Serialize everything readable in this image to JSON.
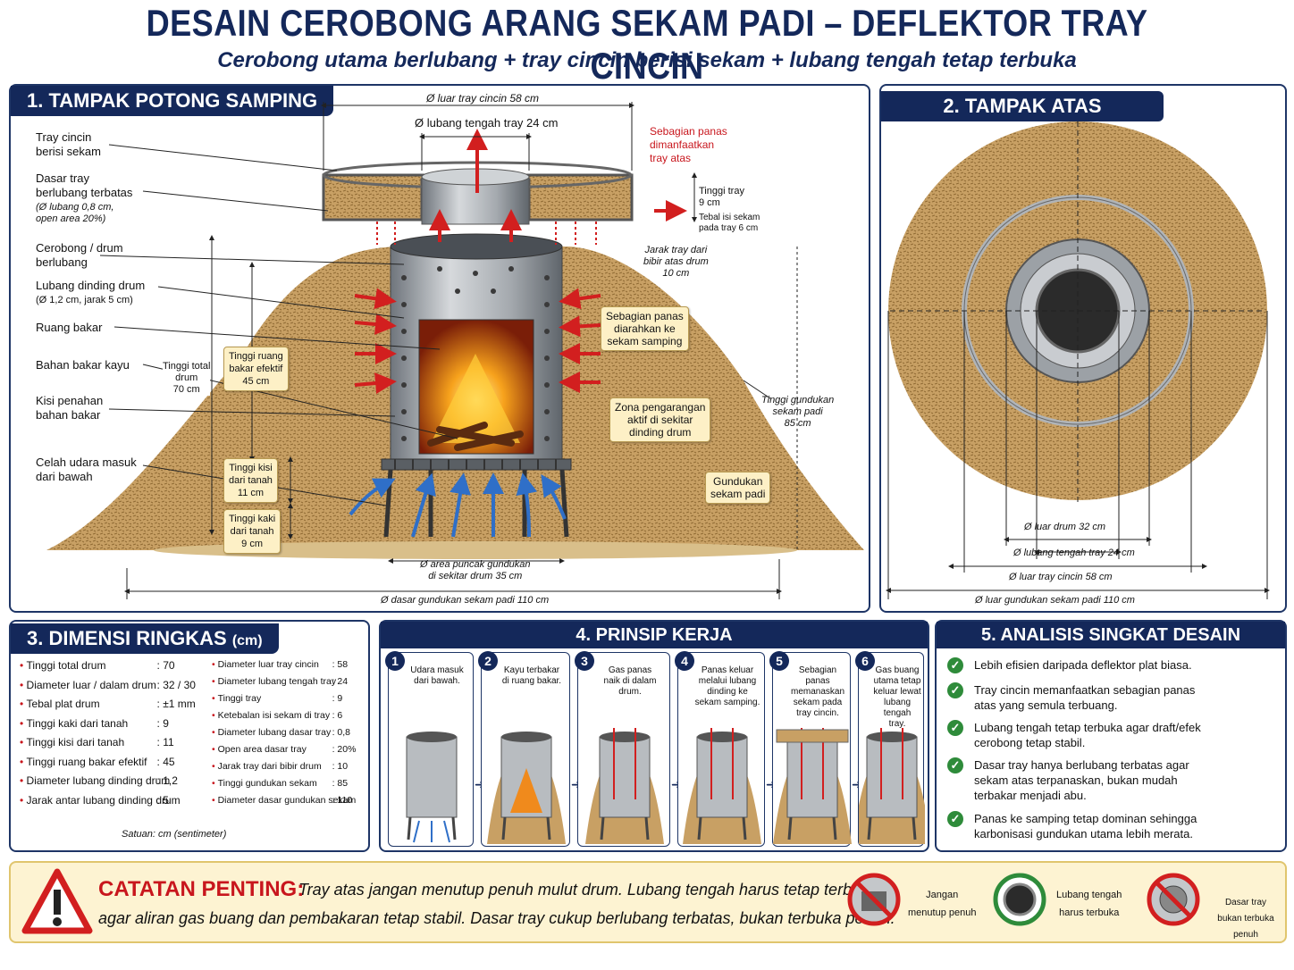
{
  "header": {
    "title": "DESAIN CEROBONG ARANG SEKAM PADI – DEFLEKTOR TRAY CINCIN",
    "subtitle": "Cerobong utama berlubang + tray cincin berisi sekam + lubang tengah tetap terbuka"
  },
  "panel1": {
    "title": "1. TAMPAK POTONG SAMPING",
    "dim_outer_tray": "Ø luar tray cincin 58 cm",
    "dim_center_hole": "Ø lubang tengah tray 24 cm",
    "label_tray": "Tray cincin\nberisi sekam",
    "label_tray_base": "Dasar tray\nberlubang terbatas",
    "label_tray_base_detail": "(Ø lubang 0,8 cm,\nopen area 20%)",
    "label_chimney": "Cerobong / drum\nberlubang",
    "label_wall_holes": "Lubang dinding drum",
    "label_wall_holes_detail": "(Ø 1,2 cm, jarak 5 cm)",
    "label_chamber": "Ruang bakar",
    "label_fuel": "Bahan bakar kayu",
    "label_grate": "Kisi penahan\nbahan bakar",
    "label_air_gap": "Celah udara masuk\ndari bawah",
    "label_total_height": "Tinggi total\ndrum\n70 cm",
    "label_chamber_height": "Tinggi ruang\nbakar efektif\n45 cm",
    "label_grate_height": "Tinggi kisi\ndari tanah\n11 cm",
    "label_leg_height": "Tinggi kaki\ndari tanah\n9 cm",
    "label_heat_top": "Sebagian panas\ndimanfaatkan\ntray atas",
    "label_tray_height": "Tinggi tray\n9 cm",
    "label_fill_thickness": "Tebal isi sekam\npada tray 6 cm",
    "label_tray_distance": "Jarak tray dari\nbibir atas drum\n10 cm",
    "label_heat_side": "Sebagian panas\ndiarahkan ke\nsekam samping",
    "label_char_zone": "Zona pengarangan\naktif di sekitar\ndinding drum",
    "label_mound_height": "Tinggi gundukan\nsekam padi\n85 cm",
    "label_mound": "Gundukan\nsekam padi",
    "dim_peak_area": "Ø area puncak gundukan\ndi sekitar drum 35 cm",
    "dim_mound_base": "Ø dasar gundukan sekam padi 110 cm"
  },
  "panel2": {
    "title": "2. TAMPAK ATAS",
    "dim_drum": "Ø luar drum 32 cm",
    "dim_center_hole": "Ø lubang tengah tray 24 cm",
    "dim_outer_tray": "Ø luar tray cincin 58 cm",
    "dim_mound": "Ø luar gundukan sekam padi 110 cm"
  },
  "panel3": {
    "title": "3. DIMENSI RINGKAS",
    "unit": "(cm)",
    "left": [
      {
        "name": "Tinggi total drum",
        "value": "70"
      },
      {
        "name": "Diameter luar / dalam drum",
        "value": "32 / 30"
      },
      {
        "name": "Tebal plat drum",
        "value": "±1 mm"
      },
      {
        "name": "Tinggi kaki dari tanah",
        "value": "9"
      },
      {
        "name": "Tinggi kisi dari tanah",
        "value": "11"
      },
      {
        "name": "Tinggi ruang bakar efektif",
        "value": "45"
      },
      {
        "name": "Diameter lubang dinding drum",
        "value": "1,2"
      },
      {
        "name": "Jarak antar lubang dinding drum",
        "value": "5"
      }
    ],
    "right": [
      {
        "name": "Diameter luar tray cincin",
        "value": "58"
      },
      {
        "name": "Diameter lubang tengah tray",
        "value": "24"
      },
      {
        "name": "Tinggi tray",
        "value": "9"
      },
      {
        "name": "Ketebalan isi sekam di tray",
        "value": "6"
      },
      {
        "name": "Diameter lubang dasar tray",
        "value": "0,8"
      },
      {
        "name": "Open area dasar tray",
        "value": "20%"
      },
      {
        "name": "Jarak tray dari bibir drum",
        "value": "10"
      },
      {
        "name": "Tinggi gundukan sekam",
        "value": "85"
      },
      {
        "name": "Diameter dasar gundukan sekam",
        "value": "110"
      }
    ],
    "note": "Satuan: cm (sentimeter)"
  },
  "panel4": {
    "title": "4. PRINSIP KERJA",
    "steps": [
      {
        "num": "1",
        "text": "Udara masuk\ndari bawah."
      },
      {
        "num": "2",
        "text": "Kayu terbakar\ndi ruang bakar."
      },
      {
        "num": "3",
        "text": "Gas panas\nnaik di dalam\ndrum."
      },
      {
        "num": "4",
        "text": "Panas keluar\nmelalui lubang\ndinding ke\nsekam samping."
      },
      {
        "num": "5",
        "text": "Sebagian panas\nmemanaskan\nsekam pada\ntray cincin."
      },
      {
        "num": "6",
        "text": "Gas buang\nutama tetap\nkeluar lewat\nlubang tengah\ntray."
      }
    ]
  },
  "panel5": {
    "title": "5. ANALISIS SINGKAT DESAIN",
    "items": [
      "Lebih efisien daripada deflektor plat biasa.",
      "Tray cincin memanfaatkan sebagian panas\natas yang semula terbuang.",
      "Lubang tengah tetap terbuka agar draft/efek\ncerobong tetap stabil.",
      "Dasar tray hanya berlubang terbatas agar\nsekam atas terpanaskan, bukan mudah\nterbakar menjadi abu.",
      "Panas ke samping tetap dominan sehingga\nkarbonisasi gundukan utama lebih merata."
    ]
  },
  "note": {
    "heading": "CATATAN PENTING:",
    "line1": "Tray atas jangan menutup penuh mulut drum. Lubang tengah harus tetap terbuka",
    "line2": "agar aliran gas buang dan pembakaran tetap stabil. Dasar tray cukup berlubang terbatas, bukan terbuka penuh.",
    "icon1": "Jangan\nmenutup penuh",
    "icon2": "Lubang tengah\nharus terbuka",
    "icon3": "Dasar tray\nbukan terbuka penuh"
  },
  "colors": {
    "navy": "#14285a",
    "husk": "#c8a064",
    "steel": "#9aa0a6",
    "fire": "#f08a1c",
    "arrow_red": "#d21f1f",
    "arrow_blue": "#2f6fc8",
    "check_green": "#2e8b3a",
    "note_bg": "#fdf3d2"
  }
}
